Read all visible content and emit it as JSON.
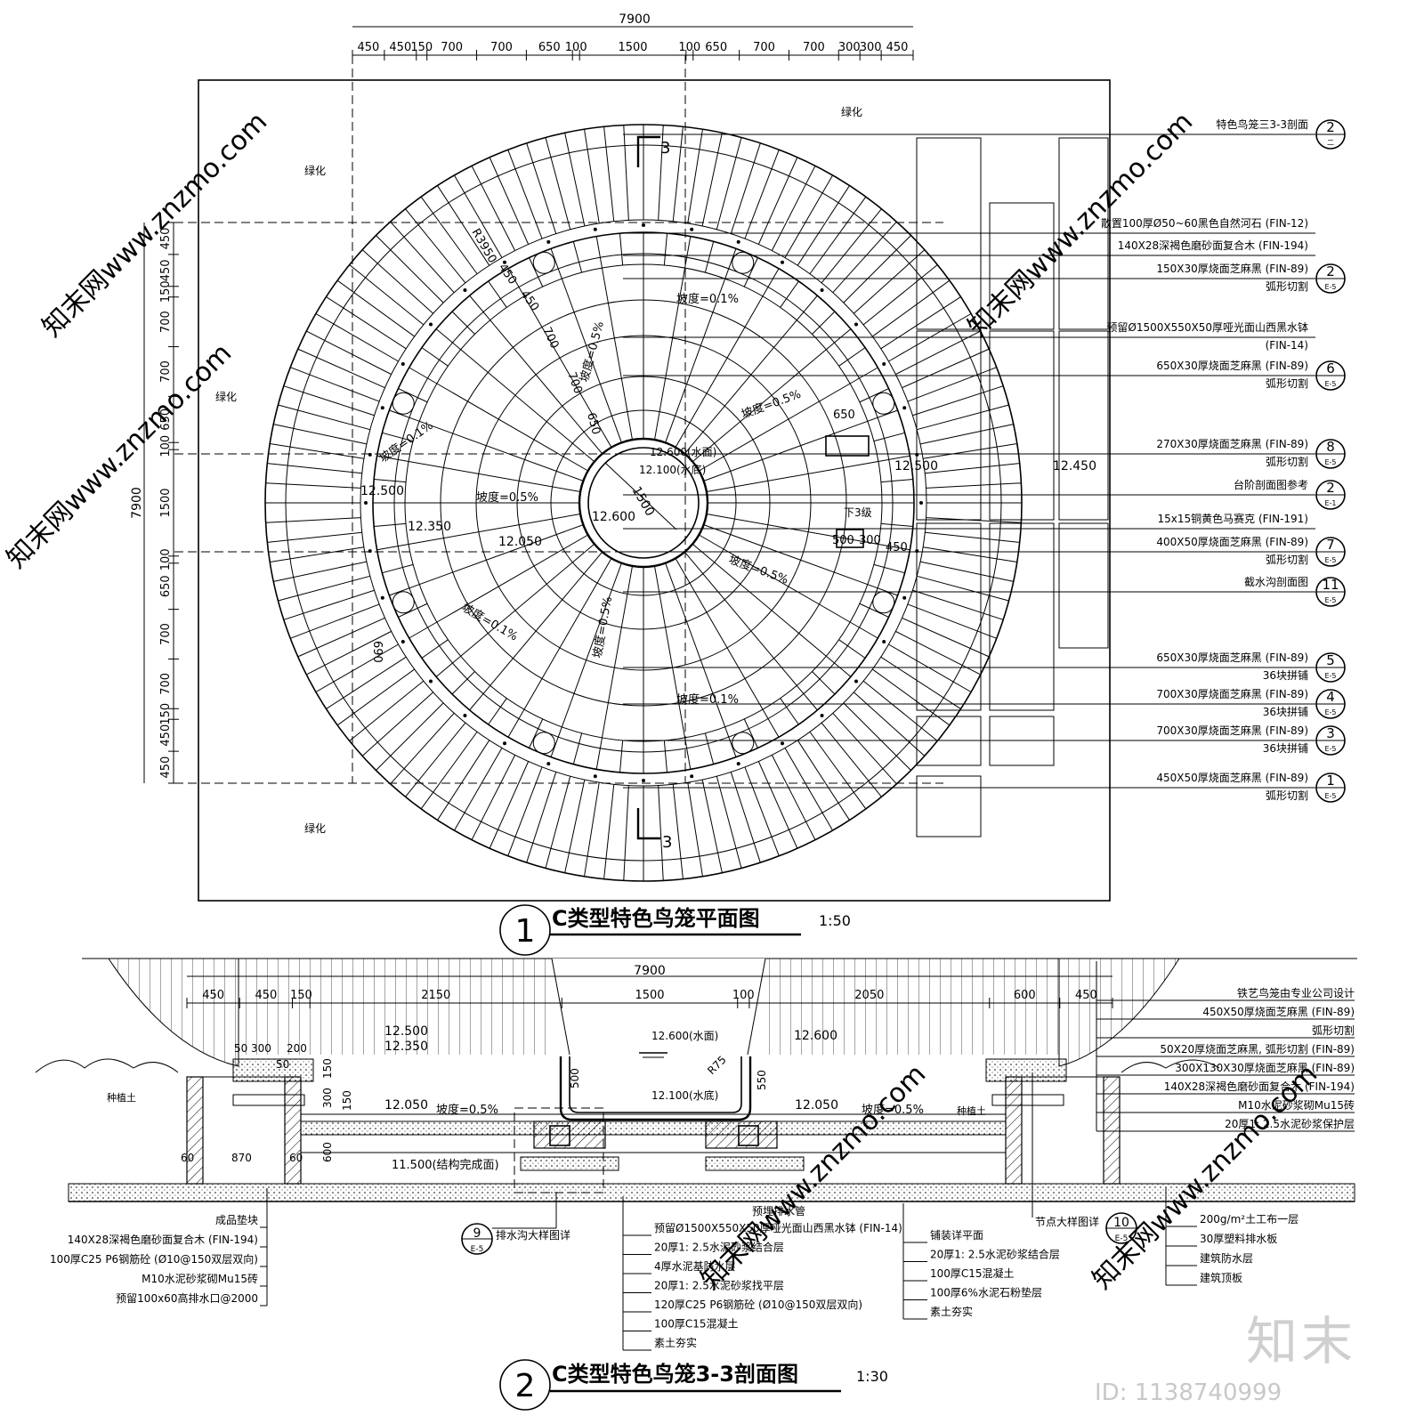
{
  "plan": {
    "title": "C类型特色鸟笼平面图",
    "scale": "1:50",
    "number": "1",
    "overall": "7900",
    "top_dims": [
      "450",
      "450",
      "150",
      "700",
      "700",
      "650",
      "100",
      "1500",
      "100",
      "650",
      "700",
      "700",
      "300",
      "300",
      "450"
    ],
    "left_dims": [
      "450",
      "450",
      "150",
      "700",
      "700",
      "650",
      "100",
      "1500",
      "100",
      "650",
      "700",
      "700",
      "150",
      "450",
      "450"
    ],
    "greening": "绿化",
    "section_mark": "3",
    "radius": "R3950",
    "slopes": [
      "坡度=0.1%",
      "坡度=0.1%",
      "坡度=0.5%",
      "坡度=0.5%",
      "坡度=0.5%",
      "坡度=0.5%",
      "坡度=0.5%",
      "坡度=0.1%",
      "坡度=0.1%"
    ],
    "elevations": [
      "12.500",
      "12.350",
      "12.050",
      "12.600",
      "12.500",
      "12.450"
    ],
    "water_labels": [
      "12.600(水面)",
      "12.100(水底)"
    ],
    "misc_dims": [
      "450",
      "450",
      "150",
      "700",
      "700",
      "650",
      "1500",
      "650",
      "500",
      "300",
      "450",
      "690"
    ],
    "down_label": "下3级",
    "callouts": [
      {
        "text": "特色鸟笼三3-3剖面",
        "sub": "",
        "num": "2",
        "sheet": "二"
      },
      {
        "text": "散置100厚Ø50~60黑色自然河石 (FIN-12)",
        "sub": "",
        "num": "",
        "sheet": ""
      },
      {
        "text": "140X28深褐色磨砂面复合木 (FIN-194)",
        "sub": "",
        "num": "",
        "sheet": ""
      },
      {
        "text": "150X30厚烧面芝麻黑 (FIN-89)",
        "sub": "弧形切割",
        "num": "2",
        "sheet": "E-5"
      },
      {
        "text": "预留Ø1500X550X50厚哑光面山西黑水钵",
        "sub": "(FIN-14)",
        "num": "",
        "sheet": ""
      },
      {
        "text": "650X30厚烧面芝麻黑 (FIN-89)",
        "sub": "弧形切割",
        "num": "6",
        "sheet": "E-5"
      },
      {
        "text": "270X30厚烧面芝麻黑 (FIN-89)",
        "sub": "弧形切割",
        "num": "8",
        "sheet": "E-5"
      },
      {
        "text": "台阶剖面图参考",
        "sub": "",
        "num": "2",
        "sheet": "E-1"
      },
      {
        "text": "15x15铜黄色马赛克 (FIN-191)",
        "sub": "",
        "num": "",
        "sheet": ""
      },
      {
        "text": "400X50厚烧面芝麻黑 (FIN-89)",
        "sub": "弧形切割",
        "num": "7",
        "sheet": "E-5"
      },
      {
        "text": "截水沟剖面图",
        "sub": "",
        "num": "11",
        "sheet": "E-5"
      },
      {
        "text": "650X30厚烧面芝麻黑 (FIN-89)",
        "sub": "36块拼铺",
        "num": "5",
        "sheet": "E-5"
      },
      {
        "text": "700X30厚烧面芝麻黑 (FIN-89)",
        "sub": "36块拼铺",
        "num": "4",
        "sheet": "E-5"
      },
      {
        "text": "700X30厚烧面芝麻黑 (FIN-89)",
        "sub": "36块拼铺",
        "num": "3",
        "sheet": "E-5"
      },
      {
        "text": "450X50厚烧面芝麻黑 (FIN-89)",
        "sub": "弧形切割",
        "num": "1",
        "sheet": "E-5"
      }
    ]
  },
  "section": {
    "title": "C类型特色鸟笼3-3剖面图",
    "scale": "1:30",
    "number": "2",
    "overall": "7900",
    "dims": [
      "450",
      "450",
      "150",
      "2150",
      "1500",
      "100",
      "2050",
      "600",
      "450"
    ],
    "small_dims": [
      "50",
      "300",
      "200",
      "50",
      "150",
      "300",
      "150",
      "600",
      "60",
      "870",
      "60",
      "500",
      "550",
      "R75"
    ],
    "elevations": [
      "12.500",
      "12.350",
      "12.050",
      "12.600",
      "12.050",
      "11.500(结构完成面)"
    ],
    "water_labels": [
      "12.600(水面)",
      "12.100(水底)"
    ],
    "slopes": [
      "坡度=0.5%",
      "坡度=0.5%"
    ],
    "soil": "种植土",
    "right_callouts": [
      "铁艺鸟笼由专业公司设计",
      "450X50厚烧面芝麻黑 (FIN-89)",
      "弧形切割",
      "50X20厚烧面芝麻黑, 弧形切割 (FIN-89)",
      "300X130X30厚烧面芝麻黑 (FIN-89)",
      "140X28深褐色磨砂面复合木 (FIN-194)",
      "M10水泥砂浆砌Mu15砖",
      "20厚1: 2.5水泥砂浆保护层"
    ],
    "left_callouts": [
      "成品垫块",
      "140X28深褐色磨砂面复合木 (FIN-194)",
      "100厚C25 P6钢筋砼 (Ø10@150双层双向)",
      "M10水泥砂浆砌Mu15砖",
      "预留100x60高排水口@2000"
    ],
    "drain_pipe": "预埋排水管",
    "detail_9": {
      "text": "排水沟大样图详",
      "num": "9",
      "sheet": "E-5"
    },
    "detail_10": {
      "text": "节点大样图详",
      "num": "10",
      "sheet": "E-5"
    },
    "center_callouts": [
      "预留Ø1500X550X50厚哑光面山西黑水钵 (FIN-14)",
      "20厚1: 2.5水泥砂浆结合层",
      "4厚水泥基防水层",
      "20厚1: 2.5水泥砂浆找平层",
      "120厚C25 P6钢筋砼 (Ø10@150双层双向)",
      "100厚C15混凝土",
      "素土夯实"
    ],
    "mid_callouts": [
      "铺装详平面",
      "20厚1: 2.5水泥砂浆结合层",
      "100厚C15混凝土",
      "100厚6%水泥石粉垫层",
      "素土夯实"
    ],
    "far_right_callouts": [
      "200g/m²土工布一层",
      "30厚塑料排水板",
      "建筑防水层",
      "建筑顶板"
    ]
  },
  "watermark": {
    "logo": "知末",
    "id": "ID: 1138740999",
    "site": "知末网www.znzmo.com"
  }
}
